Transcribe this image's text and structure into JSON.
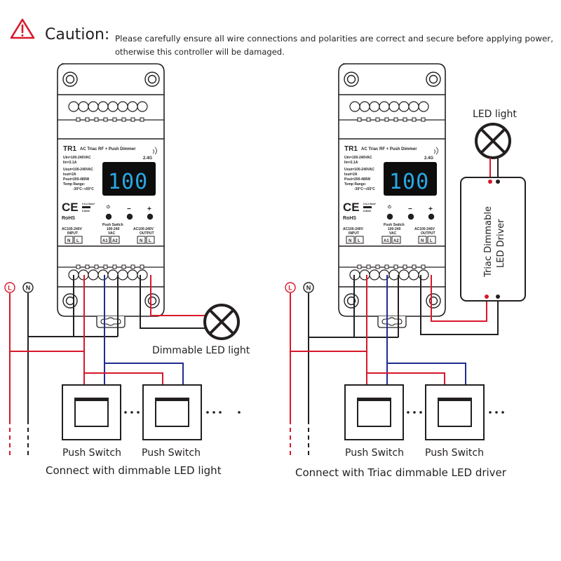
{
  "caution": {
    "icon": "warning-triangle-icon",
    "title": "Caution:",
    "line1": "Please carefully ensure all wire connections and polarities are correct and secure before applying power,",
    "line2": "otherwise this controller will be damaged."
  },
  "colors": {
    "live_wire": "#d7182a",
    "neutral_wire": "#231f20",
    "switch_wire": "#1d2d8f",
    "display_digits": "#29a8e6",
    "display_bg": "#0d0d0d"
  },
  "controller": {
    "model": "TR1",
    "subtitle": "AC Triac RF + Push Dimmer",
    "rf_band": "2.4G",
    "specs": [
      "Uin=100-240VAC",
      "Iin=2.1A",
      "Uout=100-240VAC",
      "Iout=2A",
      "Pout=200-480W",
      "Temp Range:",
      "-30°C~+55°C"
    ],
    "display_value": "100",
    "ce_mark": "CE",
    "rohs": "RoHS",
    "wire_spec": [
      "0.5-2.5mm²",
      "6-8mm"
    ],
    "buttons": [
      "⏻",
      "−",
      "+"
    ],
    "input_label": [
      "AC100-240V",
      "INPUT"
    ],
    "input_terminals": [
      "N",
      "L"
    ],
    "push_label": [
      "Push Switch",
      "100-240",
      "VAC"
    ],
    "push_terminals": [
      "A1",
      "A2"
    ],
    "output_label": [
      "AC100-240V",
      "OUTPUT"
    ],
    "output_terminals": [
      "N",
      "L"
    ]
  },
  "mains": {
    "live": "L",
    "neutral": "N"
  },
  "left_diagram": {
    "load_label": "Dimmable LED light",
    "switch_labels": [
      "Push Switch",
      "Push Switch"
    ],
    "caption": "Connect with dimmable LED light"
  },
  "right_diagram": {
    "load_label": "LED light",
    "driver_label": [
      "Triac Dimmable",
      "LED Driver"
    ],
    "switch_labels": [
      "Push Switch",
      "Push Switch"
    ],
    "caption": "Connect with Triac dimmable LED driver"
  }
}
